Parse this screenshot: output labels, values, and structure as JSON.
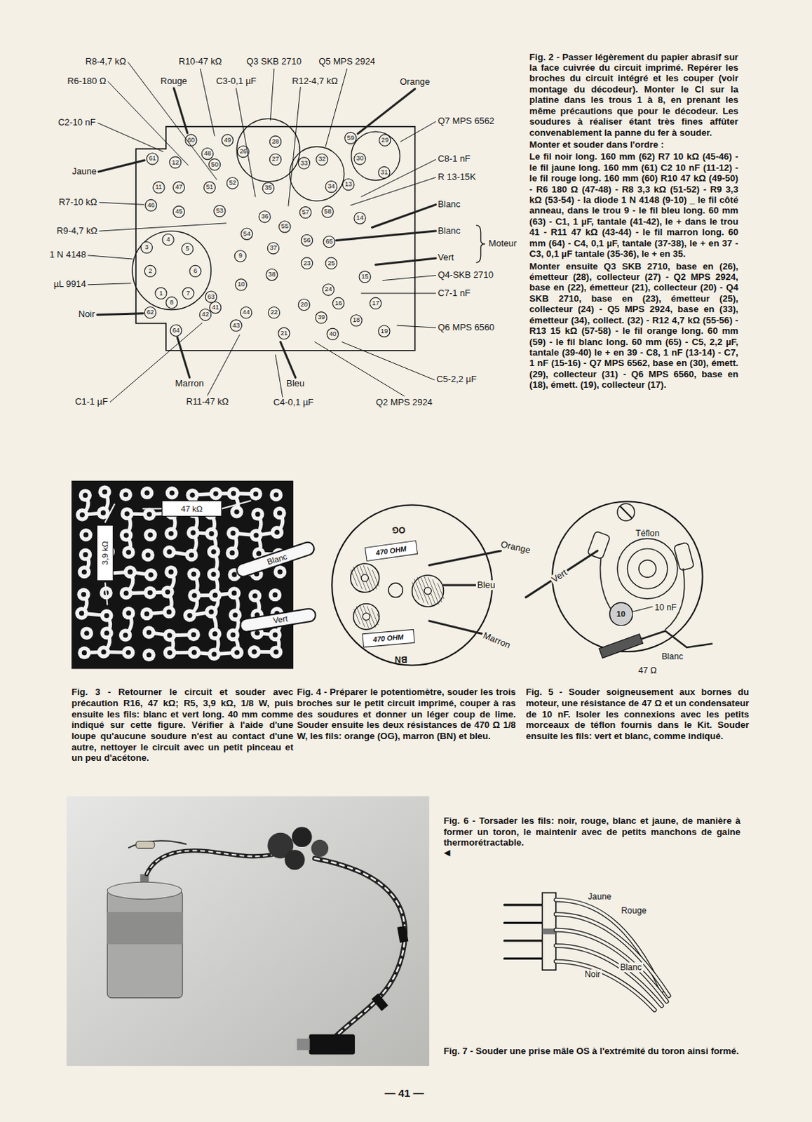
{
  "diagram": {
    "nodes": [
      {
        "text": [
          "47 kΩ"
        ]
      },
      {
        "text": [
          "3,9 kΩ"
        ]
      },
      {
        "text": [
          "470 OHM"
        ]
      },
      {
        "text": [
          "470 OHM"
        ]
      },
      {
        "text": [
          "10"
        ]
      }
    ],
    "labels": [
      "1",
      "2",
      "3",
      "4",
      "5",
      "6",
      "7",
      "8",
      "9",
      "10",
      "11",
      "12",
      "13",
      "14",
      "15",
      "16",
      "17",
      "18",
      "19",
      "20",
      "21",
      "22",
      "23",
      "24",
      "25",
      "26",
      "27",
      "28",
      "29",
      "30",
      "31",
      "32",
      "33",
      "34",
      "35",
      "36",
      "37",
      "38",
      "39",
      "40",
      "41",
      "42",
      "43",
      "44",
      "45",
      "46",
      "47",
      "48",
      "49",
      "50",
      "51",
      "52",
      "53",
      "54",
      "55",
      "56",
      "57",
      "58",
      "59",
      "60",
      "61",
      "62",
      "63",
      "64",
      "65",
      "R8-4,7 kΩ",
      "R10-47 kΩ",
      "Q3 SKB 2710",
      "Q5 MPS 2924",
      "R6-180 Ω",
      "Rouge",
      "C3-0,1 µF",
      "R12-4,7 kΩ",
      "Orange",
      "C2-10 nF",
      "Q7 MPS 6562",
      "C8-1 nF",
      "R 13-15K",
      "Jaune",
      "R7-10 kΩ",
      "Blanc",
      "R9-4,7 kΩ",
      "Blanc",
      "Moteur",
      "1 N 4148",
      "Vert",
      "Q4-SKB 2710",
      "µL 9914",
      "C7-1 nF",
      "Noir",
      "Q6 MPS 6560",
      "C5-2,2 µF",
      "Marron",
      "Bleu",
      "C1-1 µF",
      "R11-47 kΩ",
      "C4-0,1 µF",
      "Q2 MPS 2924",
      "Fig. 2 - Passer légèrement du papier abrasif sur la face cuivrée du circuit imprimé. Repérer les broches du circuit intégré et les couper (voir montage du décodeur). Monter le CI sur la platine dans les trous 1 à 8, en prenant les même précautions que pour le décodeur. Les soudures à réaliser étant très fines affûter convenablement la panne du fer à souder.",
      "Monter et souder dans l'ordre :",
      "Le fil noir long. 160 mm (62) R7 10 kΩ (45-46) - le fil jaune long. 160 mm (61) C2 10 nF (11-12) - le fil rouge long. 160 mm (60) R10 47 kΩ (49-50) - R6 180 Ω (47-48) - R8 3,3 kΩ (51-52) - R9 3,3 kΩ (53-54) - la diode 1 N 4148 (9-10) _ le fil côté anneau, dans le trou 9 - le fil bleu long. 60 mm (63) - C1, 1 µF, tantale (41-42), le + dans le trou 41 - R11 47 kΩ (43-44) - le fil marron long. 60 mm (64) - C4, 0,1 µF, tantale (37-38), le + en 37 - C3, 0,1 µF tantale (35-36), le + en 35.",
      "Monter ensuite Q3 SKB 2710, base en (26), émetteur (28), collecteur (27) - Q2 MPS 2924, base en (22), émetteur (21), collecteur (20) - Q4 SKB 2710, base en (23), émetteur (25), collecteur (24) - Q5 MPS 2924, base en (33), émetteur (34), collect. (32) - R12 4,7 kΩ (55-56) - R13 15 kΩ (57-58) - le fil orange long. 60 mm (59) - le fil blanc long. 60 mm (65) - C5, 2,2 µF, tantale (39-40) le + en 39 - C8, 1 nF (13-14) - C7, 1 nF (15-16) - Q7 MPS 6562, base en (30), émett. (29), collecteur (31) - Q6 MPS 6560, base en (18), émett. (19), collecteur (17).",
      "Blanc",
      "Vert",
      "OG",
      "BN",
      "Orange",
      "Bleu",
      "Marron",
      "Téflon",
      "Vert",
      "10 nF",
      "Blanc",
      "47 Ω",
      "Fig. 3 - Retourner le circuit et souder avec précaution R16, 47 kΩ; R5, 3,9 kΩ, 1/8 W, puis ensuite les fils: blanc et vert long. 40 mm comme indiqué sur cette figure. Vérifier à l'aide d'une loupe qu'aucune soudure n'est au contact d'une autre, nettoyer le circuit avec un petit pinceau et un peu d'acétone.",
      "Fig. 4 - Préparer le potentiomètre, souder les trois broches sur le petit circuit imprimé, couper à ras des soudures et donner un léger coup de lime. Souder ensuite les deux résistances de 470 Ω 1/8 W, les fils: orange (OG), marron (BN) et bleu.",
      "Fig. 5 - Souder soigneusement aux bornes du moteur, une résistance de 47 Ω et un condensateur de 10 nF. Isoler les connexions avec les petits morceaux de téflon fournis dans le Kit. Souder ensuite les fils: vert et blanc, comme indiqué.",
      "Fig. 6 - Torsader les fils: noir, rouge, blanc et jaune, de manière à former un toron, le maintenir avec de petits manchons de gaine thermorétractable.",
      "◀",
      "Jaune",
      "Rouge",
      "Noir",
      "Blanc",
      "Fig. 7 - Souder une prise mâle OS à l'extrémité du toron ainsi formé.",
      "— 41 —"
    ]
  }
}
